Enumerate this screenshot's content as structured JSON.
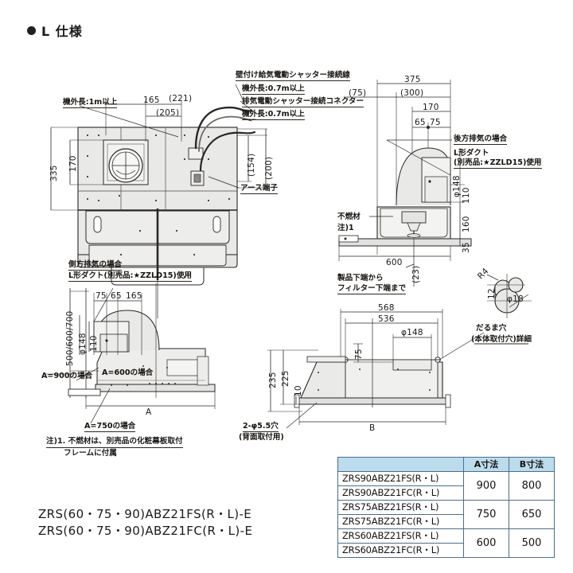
{
  "page": {
    "title": "L 仕様",
    "bullet_icon": "filled-circle"
  },
  "models": {
    "line1": "ZRS(60・75・90)ABZ21FS(R・L)-E",
    "line2": "ZRS(60・75・90)ABZ21FC(R・L)-E"
  },
  "note": {
    "line1": "注)1. 不燃材は、別売品の化粧幕板取付",
    "line2": "フレームに付属"
  },
  "top_view": {
    "callouts": {
      "wall_supply_shutter": "壁付け給気電動シャッター接続線",
      "outside_len_07a": "機外長:0.7m以上",
      "exhaust_connector": "排気電動シャッター接続コネクター",
      "outside_len_07b": "機外長:0.7m以上",
      "outside_len_1m": "機外長:1m以上",
      "earth_terminal": "アース端子",
      "side_exhaust": "側方排気の場合",
      "l_duct": "L形ダクト(別売品:★ZZLD15)使用"
    },
    "dims": {
      "d165": "165",
      "d221": "(221)",
      "d205": "(205)",
      "d154": "(154)",
      "d200": "(200)",
      "d170": "170",
      "d335": "335"
    }
  },
  "left_section": {
    "dims": {
      "d75": "75",
      "d65": "65",
      "d165": "165",
      "phi148": "φ148",
      "d110": "110",
      "heights": "500/600/700",
      "A": "A"
    },
    "labels": {
      "a900": "A=900の場合",
      "a600": "A=600の場合",
      "a750": "A=750の場合"
    }
  },
  "right_section": {
    "dims": {
      "d375": "375",
      "d300": "(300)",
      "d75": "(75)",
      "d170": "170",
      "d65": "65",
      "d75b": "75",
      "phi148": "φ148",
      "d110": "110",
      "d160": "160",
      "d35": "35",
      "d600": "600",
      "d23": "(23)"
    },
    "labels": {
      "rear_exhaust": "後方排気の場合",
      "l_duct_1": "L形ダクト",
      "l_duct_2": "(別売品:★ZZLD15)使用",
      "noncombustible": "不燃材",
      "note_ref": "注)1",
      "filter_1": "製品下端から",
      "filter_2": "フィルター下端まで"
    }
  },
  "bottom_plan": {
    "dims": {
      "d568": "568",
      "d536": "536",
      "phi148": "φ148",
      "d75": "75",
      "d235": "235",
      "d225": "225",
      "d10": "10",
      "B": "B"
    },
    "labels": {
      "holes": "2-φ5.5穴",
      "holes_sub": "(背面取付用)"
    }
  },
  "keyhole_detail": {
    "dims": {
      "R4": "R4",
      "phi18": "φ18",
      "d12": "12"
    },
    "labels": {
      "title1": "だるま穴",
      "title2": "(本体取付穴)詳細"
    }
  },
  "table": {
    "headers": [
      "",
      "A寸法",
      "B寸法"
    ],
    "rows": [
      {
        "models": [
          "ZRS90ABZ21FS(R・L)",
          "ZRS90ABZ21FC(R・L)"
        ],
        "a": "900",
        "b": "800"
      },
      {
        "models": [
          "ZRS75ABZ21FS(R・L)",
          "ZRS75ABZ21FC(R・L)"
        ],
        "a": "750",
        "b": "650"
      },
      {
        "models": [
          "ZRS60ABZ21FS(R・L)",
          "ZRS60ABZ21FC(R・L)"
        ],
        "a": "600",
        "b": "500"
      }
    ]
  },
  "colors": {
    "header_bg": "#bcdcee",
    "table_border": "#4b6f86",
    "line": "#2a2725",
    "fill": "#e8e8e6"
  }
}
